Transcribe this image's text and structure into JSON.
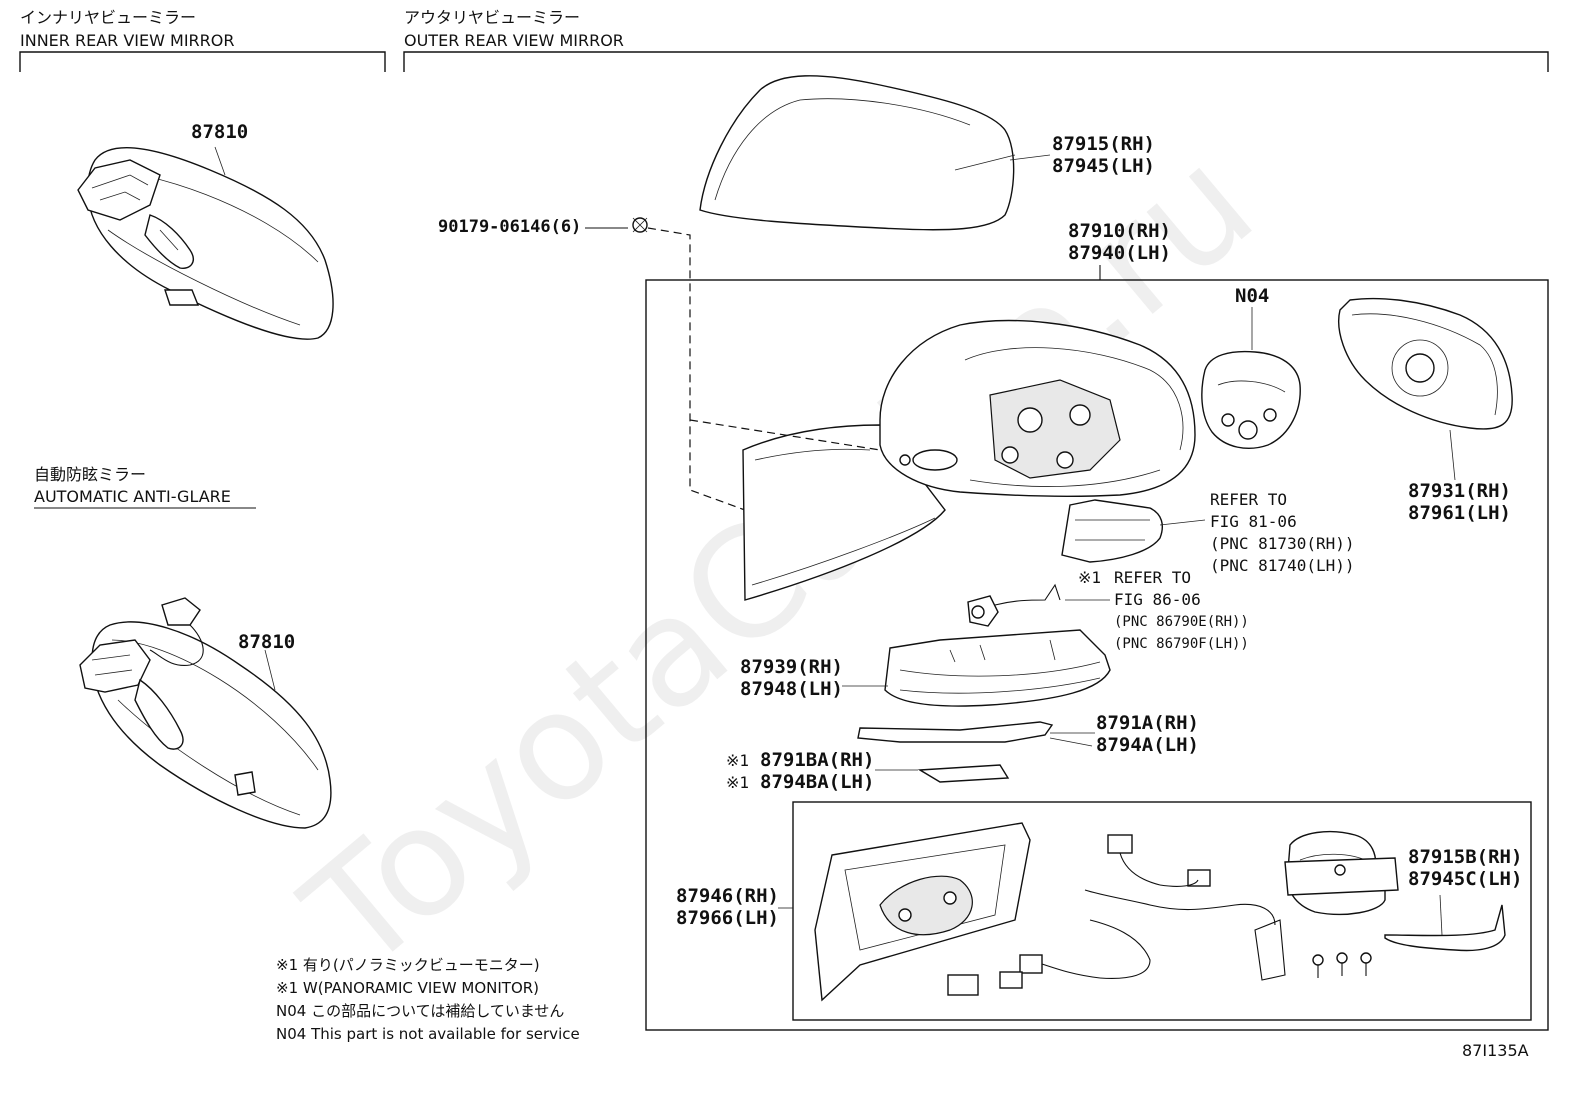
{
  "sections": {
    "inner": {
      "title_ja": "インナリヤビューミラー",
      "title_en": "INNER REAR VIEW MIRROR"
    },
    "outer": {
      "title_ja": "アウタリヤビューミラー",
      "title_en": "OUTER REAR VIEW MIRROR"
    },
    "auto": {
      "title_ja": "自動防眩ミラー",
      "title_en": "AUTOMATIC ANTI-GLARE"
    }
  },
  "labels": {
    "inner_mirror_pn": "87810",
    "auto_mirror_pn": "87810",
    "cover_rh": "87915(RH)",
    "cover_lh": "87945(LH)",
    "screw": "90179-06146(6)",
    "assy_rh": "87910(RH)",
    "assy_lh": "87940(LH)",
    "n04": "N04",
    "glass_rh": "87931(RH)",
    "glass_lh": "87961(LH)",
    "lamp_ref_1": "REFER TO",
    "lamp_ref_2": "FIG 81-06",
    "lamp_ref_3": "(PNC 81730(RH))",
    "lamp_ref_4": "(PNC 81740(LH))",
    "cam_mark": "※1",
    "cam_ref_1": "REFER TO",
    "cam_ref_2": "FIG 86-06",
    "cam_ref_3": "(PNC 86790E(RH))",
    "cam_ref_4": "(PNC 86790F(LH))",
    "lower_rh": "87939(RH)",
    "lower_lh": "87948(LH)",
    "garnish_rh": "8791A(RH)",
    "garnish_lh": "8794A(LH)",
    "bracket_mark_1": "※1",
    "bracket_rh": "8791BA(RH)",
    "bracket_mark_2": "※1",
    "bracket_lh": "8794BA(LH)",
    "body_rh": "87946(RH)",
    "body_lh": "87966(LH)",
    "retract_rh": "87915B(RH)",
    "retract_lh": "87945C(LH)"
  },
  "notes": [
    "※1 有り(パノラミックビューモニター)",
    "※1 W(PANORAMIC VIEW MONITOR)",
    "N04 この部品については補給していません",
    "N04 This part is not available for service"
  ],
  "figure_id": "87I135A",
  "watermark": "ToyotaCarMe.ru"
}
